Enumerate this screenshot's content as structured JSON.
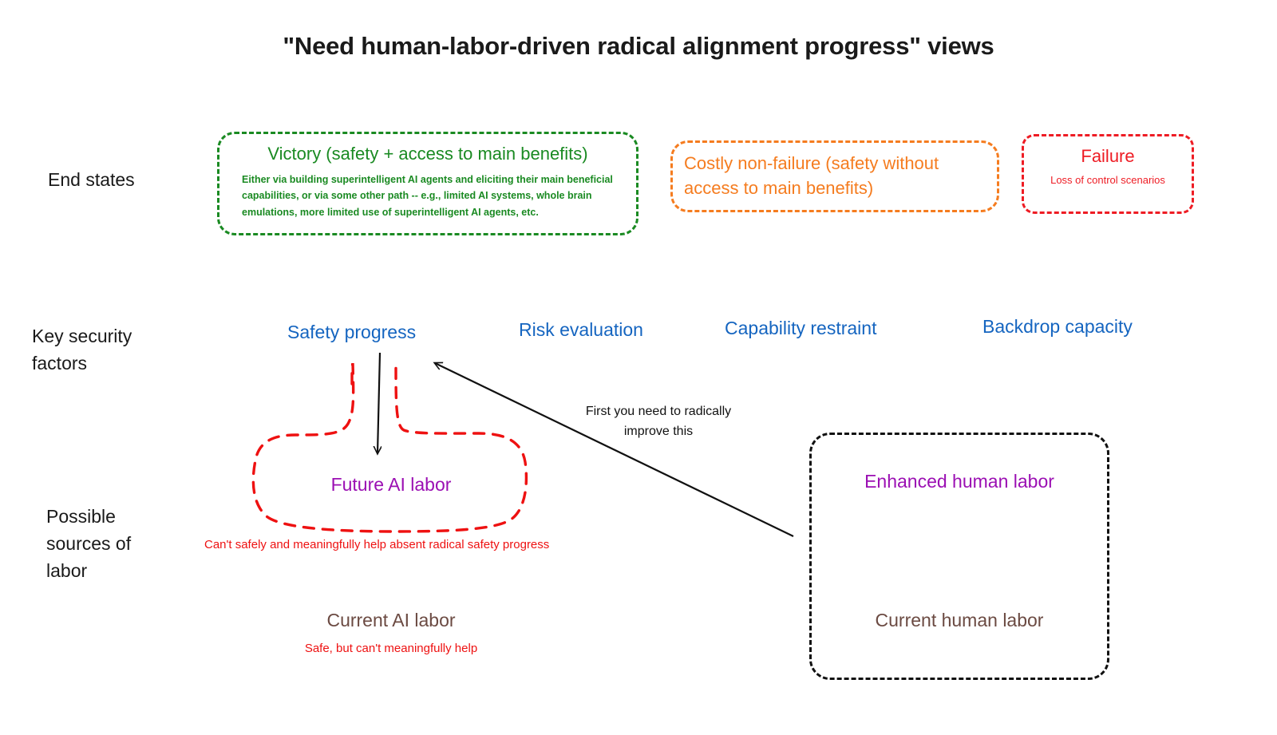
{
  "title": "\"Need human-labor-driven radical alignment progress\" views",
  "rows": [
    {
      "id": "end-states",
      "label": "End states"
    },
    {
      "id": "key-security-factors",
      "label": "Key security\nfactors"
    },
    {
      "id": "possible-sources-of-labor",
      "label": "Possible\nsources of\nlabor"
    }
  ],
  "end_states": [
    {
      "id": "victory",
      "title": "Victory (safety + access to main benefits)",
      "subtitle": "Either via building superintelligent AI agents and eliciting their main beneficial capabilities, or via some other path -- e.g., limited AI systems, whole brain emulations, more limited use of superintelligent AI agents, etc.",
      "color": "#1a8a22",
      "border": "dashed"
    },
    {
      "id": "costly-non-failure",
      "title": "Costly non-failure (safety without access to main benefits)",
      "subtitle": "",
      "color": "#f57c1f",
      "border": "dashed"
    },
    {
      "id": "failure",
      "title": "Failure",
      "subtitle": "Loss of control scenarios",
      "color": "#ee1c24",
      "border": "dashed"
    }
  ],
  "security_factors": [
    {
      "label": "Safety progress",
      "color": "#1565c0"
    },
    {
      "label": "Risk evaluation",
      "color": "#1565c0"
    },
    {
      "label": "Capability restraint",
      "color": "#1565c0"
    },
    {
      "label": "Backdrop capacity",
      "color": "#1565c0"
    }
  ],
  "labor_sources": {
    "future_ai": {
      "label": "Future AI labor",
      "caption": "Can't safely and meaningfully help absent radical safety progress",
      "label_color": "#9b0fb3",
      "caption_color": "#ee1111",
      "outline_color": "#ee1111"
    },
    "current_ai": {
      "label": "Current AI labor",
      "caption": "Safe, but can't meaningfully help",
      "label_color": "#6b4a42",
      "caption_color": "#ee1111"
    },
    "enhanced_human": {
      "label": "Enhanced human labor",
      "label_color": "#9b0fb3"
    },
    "current_human": {
      "label": "Current human labor",
      "label_color": "#6b4a42"
    },
    "human_box_outline_color": "#111111"
  },
  "annotations": {
    "arrow_note": "First you need to radically\nimprove this",
    "arrow_color": "#111111"
  }
}
